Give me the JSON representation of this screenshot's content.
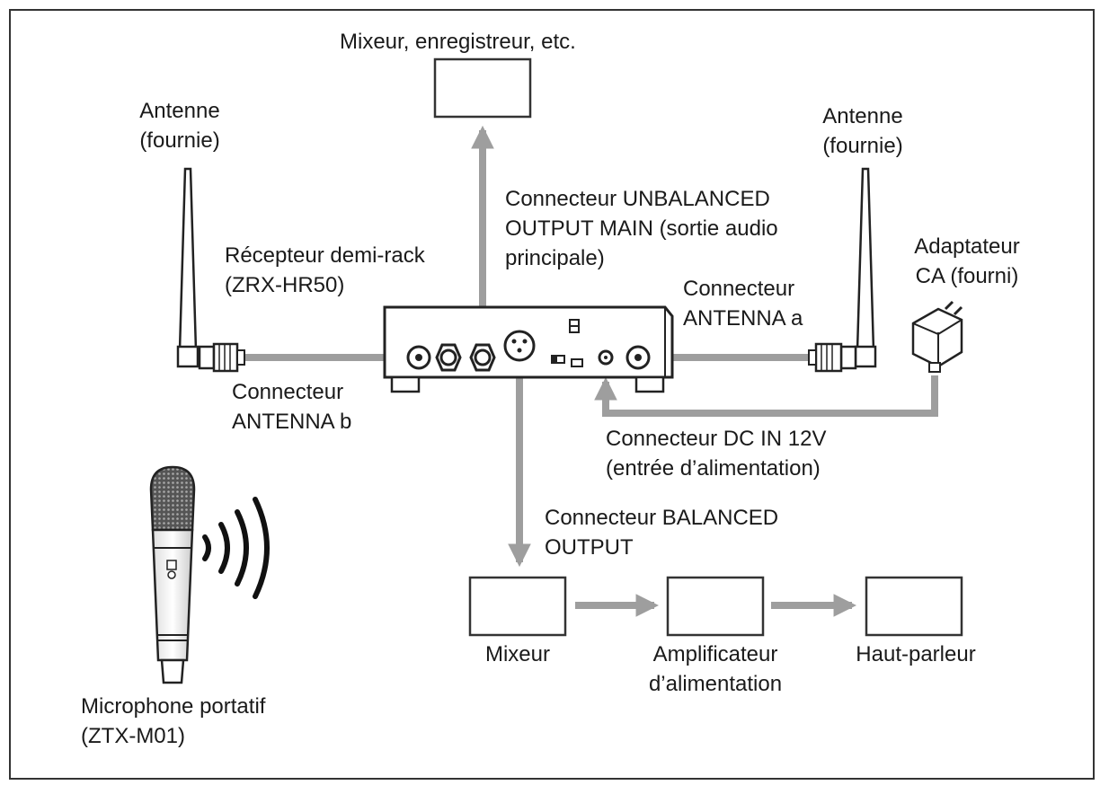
{
  "labels": {
    "mixer_recorder": "Mixeur, enregistreur, etc.",
    "antenna_left": [
      "Antenne",
      "(fournie)"
    ],
    "antenna_right": [
      "Antenne",
      "(fournie)"
    ],
    "unbalanced_output": [
      "Connecteur UNBALANCED",
      "OUTPUT MAIN (sortie audio",
      "principale)"
    ],
    "receiver": [
      "Récepteur demi-rack",
      "(ZRX-HR50)"
    ],
    "adapter": [
      "Adaptateur",
      "CA (fourni)"
    ],
    "antenna_a": [
      "Connecteur",
      "ANTENNA a"
    ],
    "antenna_b": [
      "Connecteur",
      "ANTENNA b"
    ],
    "dc_in": [
      "Connecteur DC IN 12V",
      "(entrée d’alimentation)"
    ],
    "balanced_output": [
      "Connecteur BALANCED",
      "OUTPUT"
    ],
    "mixer": "Mixeur",
    "amplifier": [
      "Amplificateur",
      "d’alimentation"
    ],
    "speaker": "Haut-parleur",
    "microphone": [
      "Microphone portatif",
      "(ZTX-M01)"
    ]
  },
  "colors": {
    "connector_arrow": "#9e9e9e",
    "device_outline": "#333333",
    "frame": "#333333"
  },
  "icons": [
    "antenna-icon",
    "receiver-rack-icon",
    "ac-adapter-icon",
    "handheld-microphone-icon",
    "wireless-signal-icon"
  ]
}
